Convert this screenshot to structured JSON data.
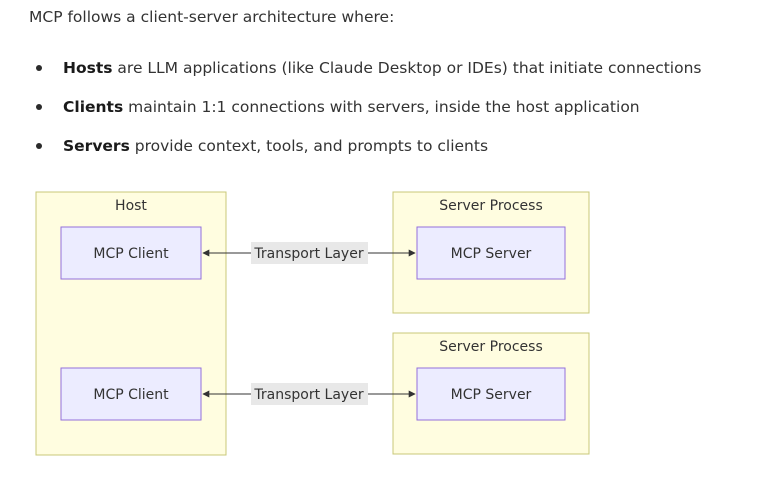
{
  "intro": "MCP follows a client-server architecture where:",
  "bullets": [
    {
      "term": "Hosts",
      "text": " are LLM applications (like Claude Desktop or IDEs) that initiate connections"
    },
    {
      "term": "Clients",
      "text": " maintain 1:1 connections with servers, inside the host application"
    },
    {
      "term": "Servers",
      "text": " provide context, tools, and prompts to clients"
    }
  ],
  "diagram": {
    "host_label": "Host",
    "clients": [
      "MCP Client",
      "MCP Client"
    ],
    "transports": [
      "Transport Layer",
      "Transport Layer"
    ],
    "server_groups": [
      {
        "label": "Server Process",
        "server": "MCP Server"
      },
      {
        "label": "Server Process",
        "server": "MCP Server"
      }
    ],
    "colors": {
      "container_fill": "#fffde0",
      "container_stroke": "#c8c878",
      "node_fill": "#ececff",
      "node_stroke": "#9370db",
      "edge_label_bg": "#e8e8e8",
      "edge_stroke": "#333333"
    }
  }
}
